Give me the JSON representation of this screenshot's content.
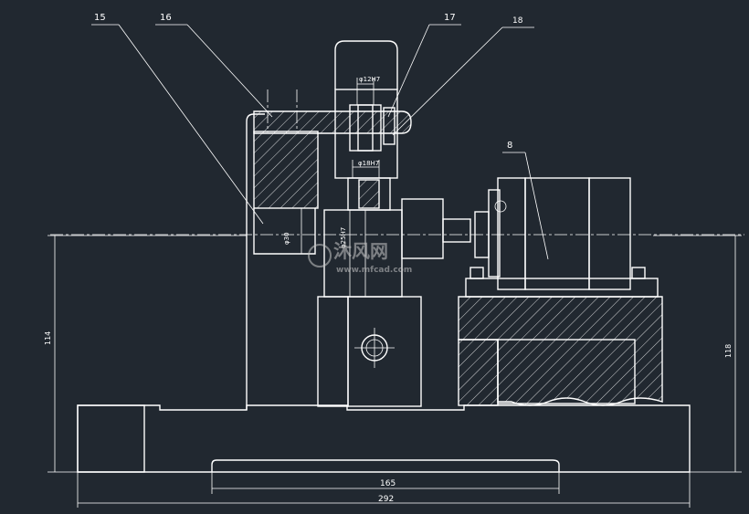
{
  "drawing": {
    "part_numbers": [
      "15",
      "16",
      "17",
      "18",
      "8"
    ],
    "dimensions": {
      "left_height": "114",
      "right_height": "118",
      "slot_width": "165",
      "overall_width": "292",
      "bore_top": "φ12H7",
      "bore_mid": "φ18H7",
      "shaft_left": "φ30",
      "shaft_mid": "φ25H7"
    },
    "watermark": {
      "brand": "沐风网",
      "url": "www.mfcad.com"
    }
  }
}
